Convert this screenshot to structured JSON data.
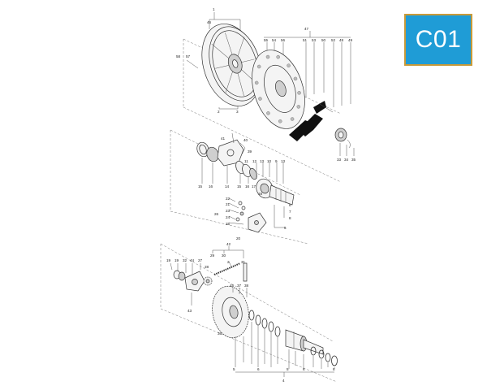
{
  "badge": {
    "label": "C01"
  },
  "callouts": {
    "wheel": {
      "l1": "1",
      "l46": "46",
      "l58": "58",
      "l57": "57",
      "l2": "2",
      "l3": "3"
    },
    "disc": {
      "l47": "47",
      "l55": "55",
      "l54": "54",
      "l56": "56",
      "l51": "51",
      "l53": "53",
      "l50": "50",
      "l52": "52",
      "l48": "48",
      "l49": "49"
    },
    "nut": {
      "l33": "33",
      "l34": "34",
      "l35": "35"
    },
    "axle": {
      "l41": "41",
      "l40": "40",
      "l39": "39",
      "l15": "15",
      "l16": "16",
      "l14": "14",
      "l17": "17",
      "l11": "11",
      "l12": "12",
      "l10": "10",
      "l9": "9",
      "l13": "13",
      "l18": "18",
      "l6": "6",
      "l7": "7",
      "l8": "8",
      "l5": "5",
      "l22": "22",
      "l21": "21",
      "l23": "23",
      "l26": "26",
      "l24": "24",
      "l25": "25",
      "l20": "20"
    },
    "drive": {
      "l42": "42",
      "l29": "29",
      "l30": "30",
      "l31": "31",
      "l19": "19",
      "l32": "32",
      "l44": "44",
      "l27": "27",
      "l28": "28",
      "l43": "43",
      "l45": "45",
      "l37": "37",
      "l38": "38",
      "l36": "36",
      "l4": "4"
    },
    "chain": {
      "l2": "2"
    },
    "bottom": {
      "a": "5",
      "b": "6",
      "c": "5",
      "d": "6",
      "e": "8"
    }
  },
  "icons": [
    "wheel-rim",
    "brake-disc",
    "brake-caliper",
    "axle",
    "sprocket",
    "hub"
  ]
}
